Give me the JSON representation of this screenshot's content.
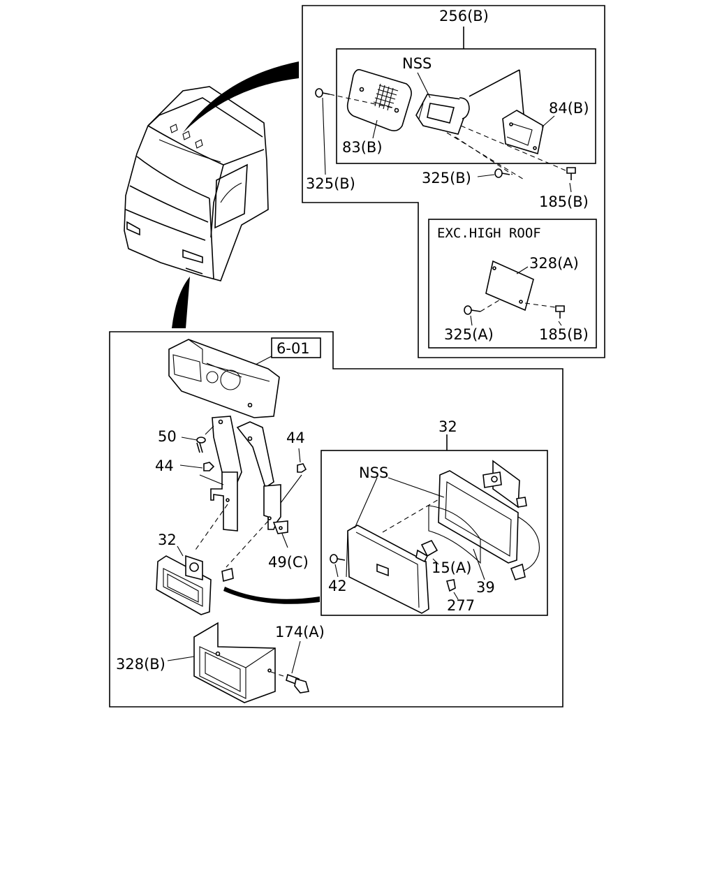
{
  "labels": {
    "lbl_256b": "256(B)",
    "lbl_nss_top": "NSS",
    "lbl_84b": "84(B)",
    "lbl_83b": "83(B)",
    "lbl_325b_left": "325(B)",
    "lbl_325b_mid": "325(B)",
    "lbl_185b_top": "185(B)",
    "lbl_exc_high_roof": "EXC.HIGH ROOF",
    "lbl_328a": "328(A)",
    "lbl_325a": "325(A)",
    "lbl_185b_bottom": "185(B)",
    "lbl_6_01": "6-01",
    "lbl_50": "50",
    "lbl_44_left": "44",
    "lbl_44_right": "44",
    "lbl_32_left": "32",
    "lbl_49c": "49(C)",
    "lbl_32_detail": "32",
    "lbl_nss_detail": "NSS",
    "lbl_42": "42",
    "lbl_15a": "15(A)",
    "lbl_39": "39",
    "lbl_277": "277",
    "lbl_174a": "174(A)",
    "lbl_328b": "328(B)"
  }
}
